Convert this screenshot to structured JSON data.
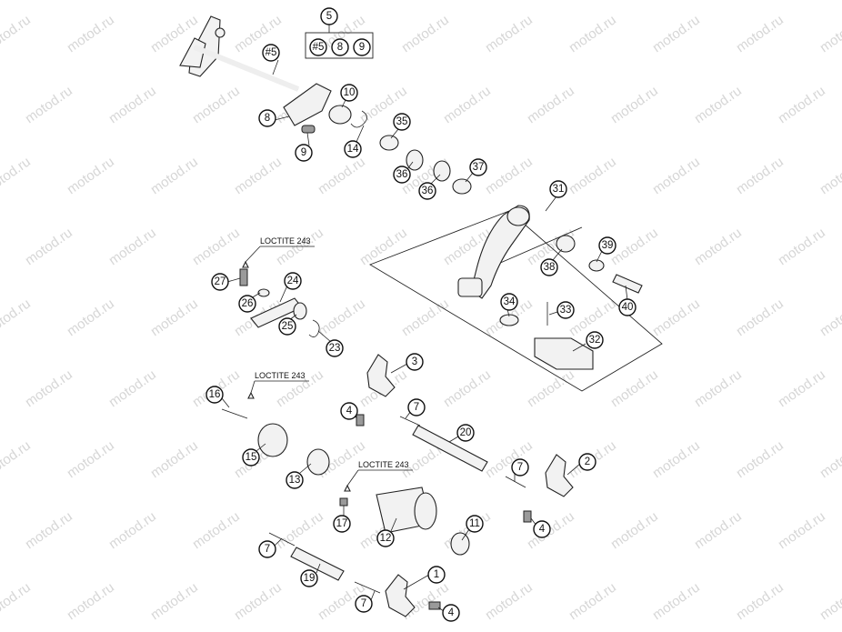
{
  "watermark": "motod.ru",
  "callouts": [
    {
      "id": "1",
      "text": "1"
    },
    {
      "id": "2",
      "text": "2"
    },
    {
      "id": "3",
      "text": "3"
    },
    {
      "id": "4a",
      "text": "4"
    },
    {
      "id": "4b",
      "text": "4"
    },
    {
      "id": "4c",
      "text": "4"
    },
    {
      "id": "5",
      "text": "5"
    },
    {
      "id": "7a",
      "text": "7"
    },
    {
      "id": "7b",
      "text": "7"
    },
    {
      "id": "7c",
      "text": "7"
    },
    {
      "id": "7d",
      "text": "7"
    },
    {
      "id": "8",
      "text": "8"
    },
    {
      "id": "9",
      "text": "9"
    },
    {
      "id": "10",
      "text": "10"
    },
    {
      "id": "11",
      "text": "11"
    },
    {
      "id": "12",
      "text": "12"
    },
    {
      "id": "13",
      "text": "13"
    },
    {
      "id": "14",
      "text": "14"
    },
    {
      "id": "15",
      "text": "15"
    },
    {
      "id": "16",
      "text": "16"
    },
    {
      "id": "17",
      "text": "17"
    },
    {
      "id": "19",
      "text": "19"
    },
    {
      "id": "20",
      "text": "20"
    },
    {
      "id": "23",
      "text": "23"
    },
    {
      "id": "24",
      "text": "24"
    },
    {
      "id": "25",
      "text": "25"
    },
    {
      "id": "26",
      "text": "26"
    },
    {
      "id": "27",
      "text": "27"
    },
    {
      "id": "31",
      "text": "31"
    },
    {
      "id": "32",
      "text": "32"
    },
    {
      "id": "33",
      "text": "33"
    },
    {
      "id": "34",
      "text": "34"
    },
    {
      "id": "35",
      "text": "35"
    },
    {
      "id": "36a",
      "text": "36"
    },
    {
      "id": "36b",
      "text": "36"
    },
    {
      "id": "37",
      "text": "37"
    },
    {
      "id": "38",
      "text": "38"
    },
    {
      "id": "39",
      "text": "39"
    },
    {
      "id": "40",
      "text": "40"
    },
    {
      "id": "s5",
      "text": "#5"
    }
  ],
  "kit_box": {
    "items": [
      "#5",
      "8",
      "9"
    ]
  },
  "loctite": [
    "LOCTITE 243",
    "LOCTITE 243",
    "LOCTITE 243"
  ]
}
